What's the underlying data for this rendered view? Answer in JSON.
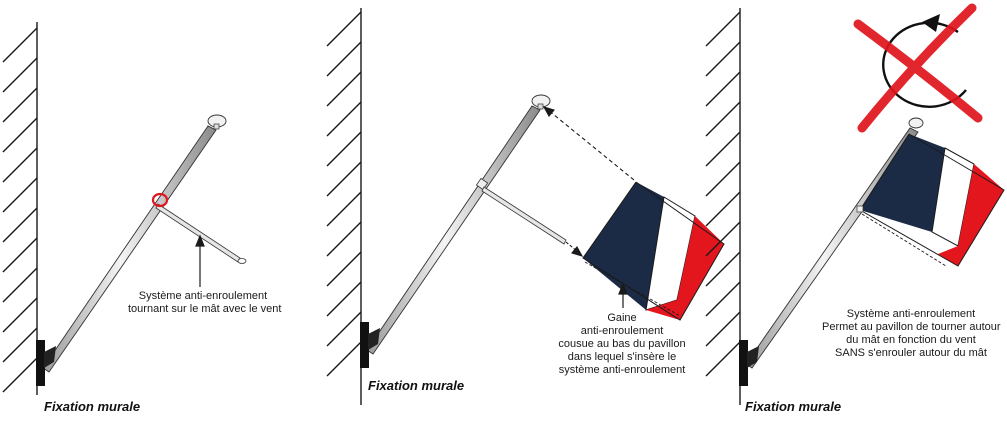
{
  "panel1": {
    "caption": "Fixation murale",
    "label_lines": [
      "Système anti-enroulement",
      "tournant sur le mât avec le vent"
    ]
  },
  "panel2": {
    "caption": "Fixation murale",
    "label_lines": [
      "Gaine",
      "anti-enroulement",
      "cousue au bas du pavillon",
      "dans lequel s'insère le",
      "système anti-enroulement"
    ]
  },
  "panel3": {
    "caption": "Fixation murale",
    "label_lines": [
      "Système anti-enroulement",
      "Permet au pavillon de tourner autour",
      "du mât en fonction du vent",
      "SANS s'enrouler autour du mât"
    ]
  },
  "colors": {
    "flag_blue": "#1c2b45",
    "flag_white": "#ffffff",
    "flag_red": "#e3161e",
    "cross_red": "#e0141c",
    "ring_red": "#e3161e",
    "line": "#1a1a1a"
  },
  "icons": [
    "wall-hatch",
    "flagpole",
    "wall-bracket",
    "anti-wrap-arm",
    "french-flag",
    "rotation-arrow-icon",
    "red-cross-icon"
  ]
}
